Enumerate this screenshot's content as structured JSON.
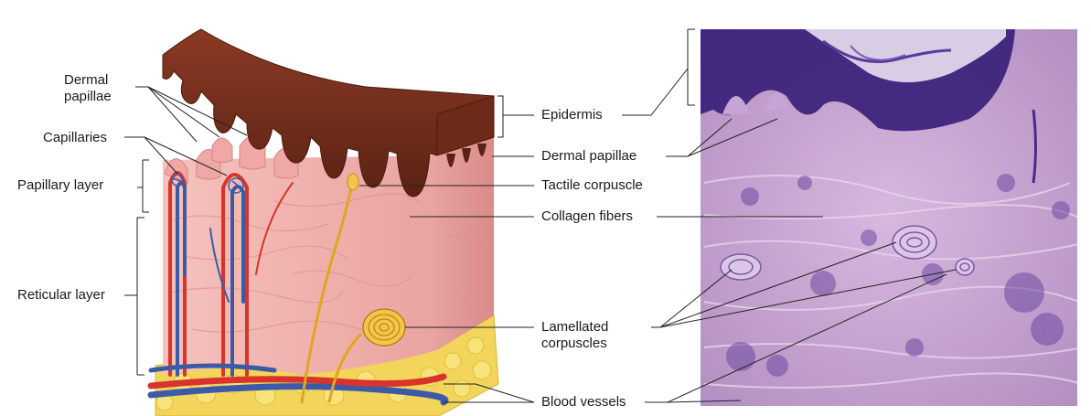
{
  "labels": {
    "dermal_papillae_left": "Dermal\npapillae",
    "capillaries": "Capillaries",
    "papillary_layer": "Papillary layer",
    "reticular_layer": "Reticular layer",
    "epidermis": "Epidermis",
    "dermal_papillae_right": "Dermal papillae",
    "tactile_corpuscle": "Tactile corpuscle",
    "collagen_fibers": "Collagen fibers",
    "lamellated_corpuscles": "Lamellated\ncorpuscles",
    "blood_vessels": "Blood vessels"
  },
  "colors": {
    "epidermis": "#6b2a1a",
    "epidermis_light": "#8a3a24",
    "dermis": "#f2b5b0",
    "dermis_dark": "#e69a96",
    "fat": "#f5d84a",
    "artery": "#d9342b",
    "vein": "#3b5ba8",
    "nerve": "#e0a520",
    "histology_bg": "#c9a4d4",
    "histology_dark": "#3a1f7a",
    "leader": "#222222"
  }
}
